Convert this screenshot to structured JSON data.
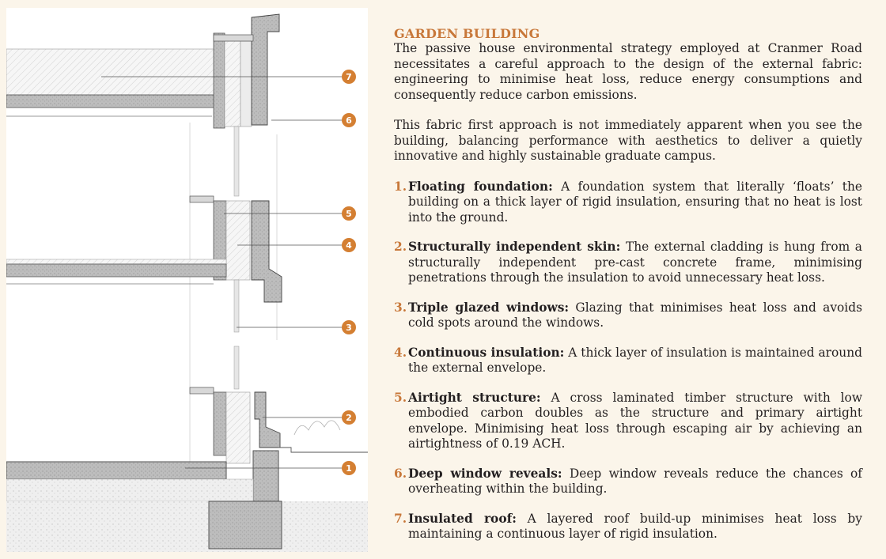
{
  "heading": "GARDEN BUILDING",
  "intro": "The passive house environmental strategy employed at Cranmer Road necessitates a careful approach to the design of the external fabric: engineering to minimise heat loss, reduce energy consumptions and consequently reduce carbon emissions.",
  "intro2": "This fabric first approach is not immediately apparent when you see the building, balancing performance with aesthetics to deliver a quietly innovative and highly sustainable graduate campus.",
  "items": [
    {
      "num": "1.",
      "title": "Floating foundation:",
      "text": "A foundation system that literally ‘floats’ the building on a thick layer of rigid insulation, ensuring that no heat is lost into the ground."
    },
    {
      "num": "2.",
      "title": "Structurally independent skin:",
      "text": "The external cladding is hung from a structurally independent pre-cast concrete frame, minimising penetrations through the insulation to avoid unnecessary heat loss."
    },
    {
      "num": "3.",
      "title": "Triple glazed windows:",
      "text": "Glazing that minimises heat loss and avoids cold spots around the windows."
    },
    {
      "num": "4.",
      "title": "Continuous insulation:",
      "text": "A thick layer of insulation is maintained around the external envelope."
    },
    {
      "num": "5.",
      "title": "Airtight structure:",
      "text": "A cross laminated timber structure with low embodied carbon doubles as the structure and primary airtight envelope. Minimising heat loss through escaping air by achieving an airtightness of 0.19 ACH."
    },
    {
      "num": "6.",
      "title": "Deep window reveals:",
      "text": "Deep window reveals reduce the chances of overheating within the building."
    },
    {
      "num": "7.",
      "title": "Insulated roof:",
      "text": "A layered roof build-up minimises heat loss by maintaining a continuous layer of rigid insulation."
    }
  ],
  "callouts": [
    "7",
    "6",
    "5",
    "4",
    "3",
    "2",
    "1"
  ],
  "colors": {
    "accent": "#c8783a",
    "badge": "#d47f32",
    "background": "#fbf5ea",
    "concrete": "#b9b9b9",
    "insulation": "#f2f2f2"
  }
}
